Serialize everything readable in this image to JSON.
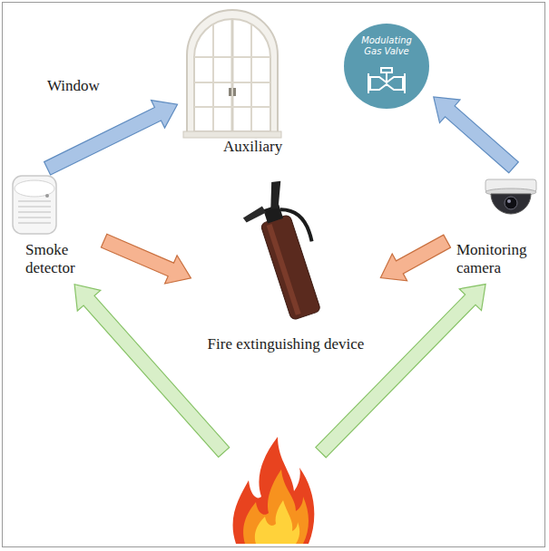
{
  "diagram": {
    "nodes": [
      {
        "text": [
          "Window"
        ]
      },
      {
        "text": [
          "Modulating Gas Valve"
        ]
      },
      {
        "text": [
          "Smoke detector"
        ]
      },
      {
        "text": [
          "Fire extinguishing device"
        ]
      },
      {
        "text": [
          "Monitoring camera"
        ]
      },
      {
        "text": []
      }
    ],
    "edges": [
      {
        "from": 2,
        "to": 0,
        "arrow": "to"
      },
      {
        "from": 4,
        "to": 1,
        "arrow": "to"
      },
      {
        "from": 2,
        "to": 3,
        "arrow": "to"
      },
      {
        "from": 4,
        "to": 3,
        "arrow": "to"
      },
      {
        "from": 5,
        "to": 2,
        "arrow": "to"
      },
      {
        "from": 5,
        "to": 4,
        "arrow": "to"
      }
    ],
    "labels": [
      "Auxiliary"
    ]
  }
}
